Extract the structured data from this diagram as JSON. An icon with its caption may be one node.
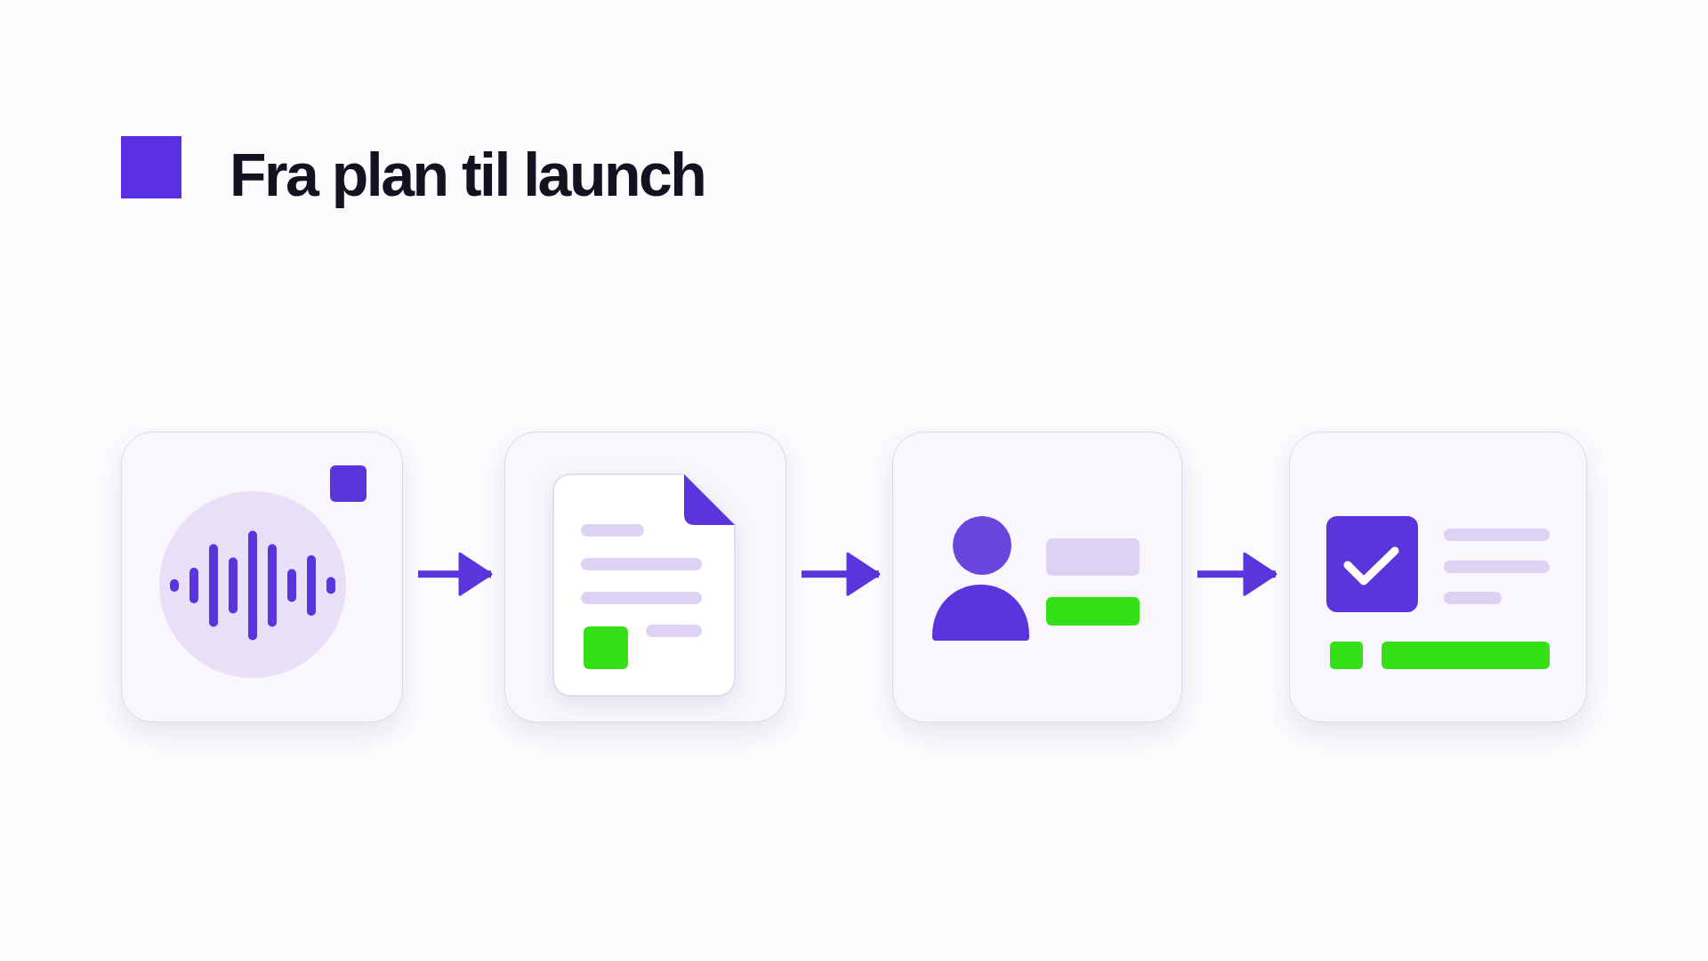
{
  "diagram": {
    "title": "Fra plan til launch",
    "nodes": [
      {
        "text": [],
        "shape": "box"
      },
      {
        "text": [],
        "shape": "box"
      },
      {
        "text": [],
        "shape": "box"
      },
      {
        "text": [],
        "shape": "box"
      }
    ],
    "edges": [
      {
        "from": 0,
        "to": 1,
        "arrow": "to"
      },
      {
        "from": 1,
        "to": 2,
        "arrow": "to"
      },
      {
        "from": 2,
        "to": 3,
        "arrow": "to"
      }
    ]
  }
}
